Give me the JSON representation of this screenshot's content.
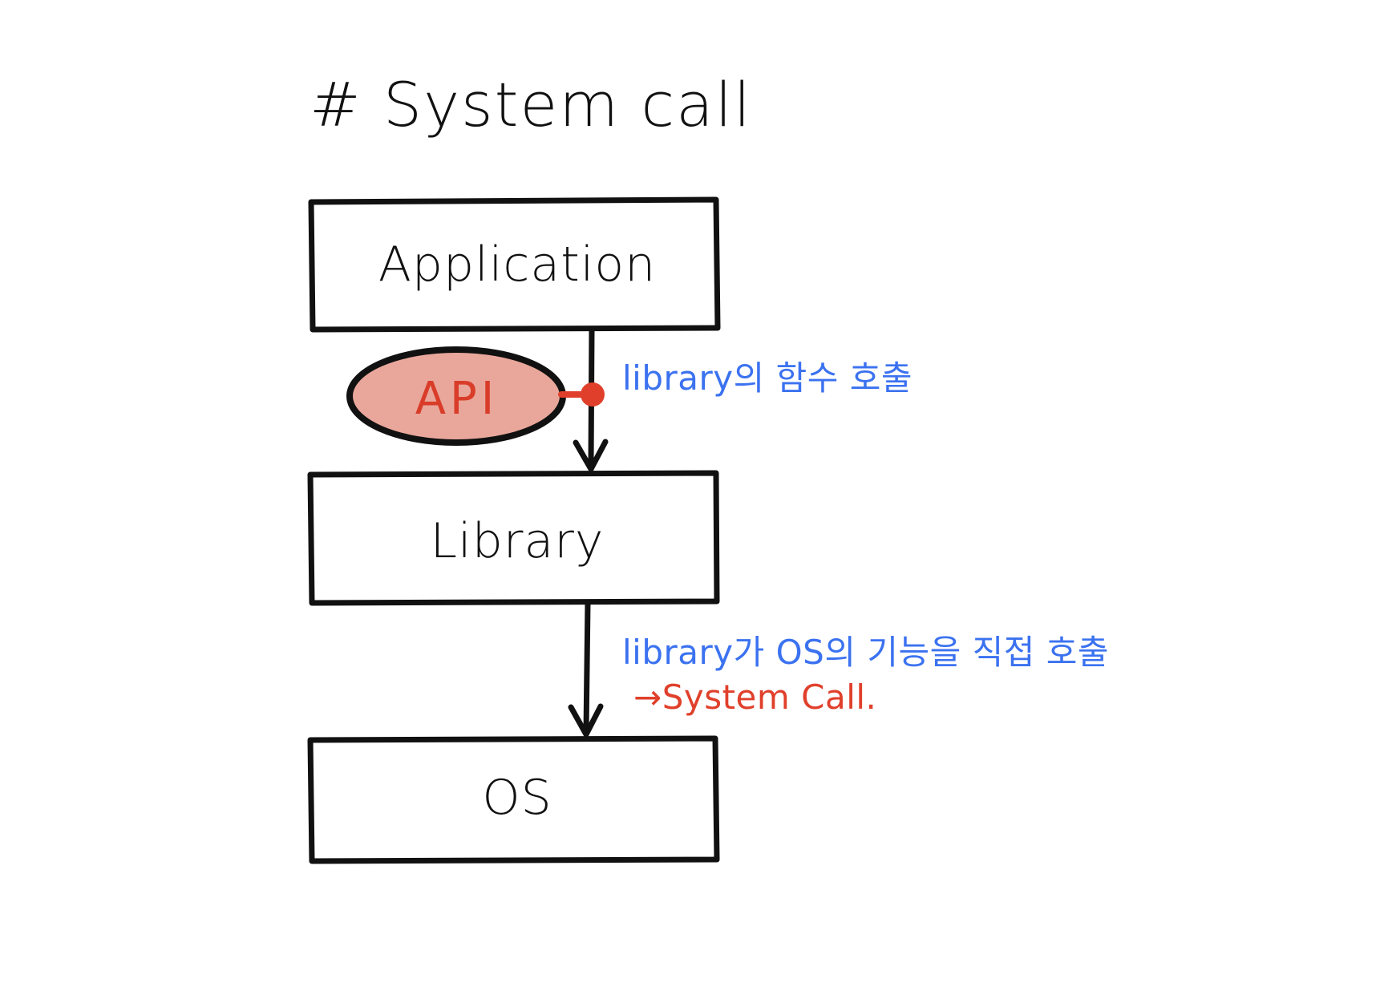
{
  "document": {
    "title": "# System call",
    "style": "hand-drawn-whiteboard-diagram"
  },
  "diagram": {
    "type": "layered-flow",
    "boxes": [
      {
        "id": "application",
        "label": "Application"
      },
      {
        "id": "library",
        "label": "Library"
      },
      {
        "id": "os",
        "label": "OS"
      }
    ],
    "ellipse": {
      "id": "api",
      "label": "API",
      "fill": "#e9a79b",
      "text_color": "#d93d29",
      "stroke": "#111111"
    },
    "arrows": [
      {
        "from": "application",
        "to": "library",
        "label_ref": "annotations.0"
      },
      {
        "from": "library",
        "to": "os",
        "label_ref": "annotations.1"
      }
    ],
    "connector_dot": {
      "color": "#e0402b",
      "attached_to": "api"
    },
    "annotations": [
      {
        "id": "anno-library-call",
        "text": "library의 함수 호출",
        "color": "#3b72f0"
      },
      {
        "id": "anno-os-direct-call",
        "text": "library가 OS의 기능을 직접 호출",
        "color": "#3b72f0"
      },
      {
        "id": "anno-system-call",
        "text": "→System Call.",
        "color": "#e0402b"
      }
    ]
  },
  "colors": {
    "ink": "#111111",
    "blue": "#3b72f0",
    "red": "#e0402b",
    "api_fill": "#e9a79b",
    "background": "#ffffff"
  }
}
